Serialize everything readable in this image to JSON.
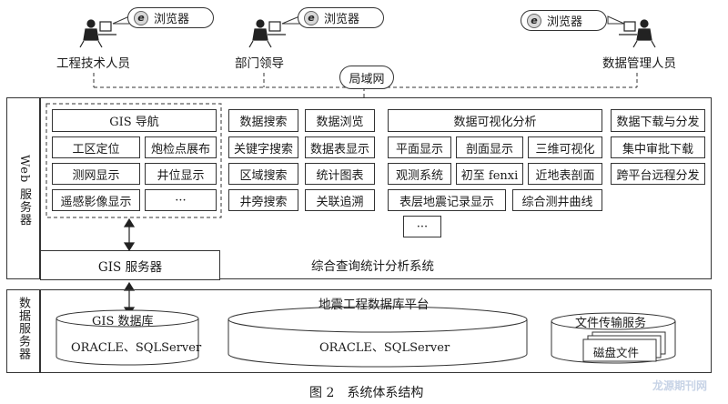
{
  "users": {
    "engineer": {
      "label": "工程技术人员",
      "browser": "浏览器"
    },
    "leader": {
      "label": "部门领导",
      "browser": "浏览器"
    },
    "data_admin": {
      "label": "数据管理人员",
      "browser": "浏览器"
    },
    "lan": "局域网"
  },
  "web_server": {
    "label": "Web 服务器",
    "gis_nav": {
      "title": "GIS 导航",
      "items": [
        "工区定位",
        "炮检点展布",
        "测网显示",
        "井位显示",
        "遥感影像显示",
        "···"
      ]
    },
    "search": [
      "数据搜索",
      "关键字搜索",
      "区域搜索",
      "井旁搜索"
    ],
    "browse": [
      "数据浏览",
      "数据表显示",
      "统计图表",
      "关联追溯"
    ],
    "visual": {
      "title": "数据可视化分析",
      "items": [
        "平面显示",
        "剖面显示",
        "三维可视化",
        "观测系统",
        "初至 fenxi",
        "近地表剖面",
        "表层地震记录显示",
        "综合测井曲线",
        "···"
      ]
    },
    "download": [
      "数据下载与分发",
      "集中审批下载",
      "跨平台远程分发"
    ],
    "gis_server": "GIS 服务器",
    "system": "综合查询统计分析系统"
  },
  "data_server": {
    "label": "数据服务器",
    "platform": "地震工程数据库平台",
    "gis_db": {
      "title": "GIS 数据库",
      "content": "ORACLE、SQLServer"
    },
    "main_db": {
      "content": "ORACLE、SQLServer"
    },
    "file_service": {
      "title": "文件传输服务",
      "disk": "磁盘文件"
    }
  },
  "caption": "图 2　系统体系结构",
  "watermark": "龙源期刊网",
  "icons": {
    "browser": "ie-browser-icon",
    "user": "computer-user-icon"
  }
}
